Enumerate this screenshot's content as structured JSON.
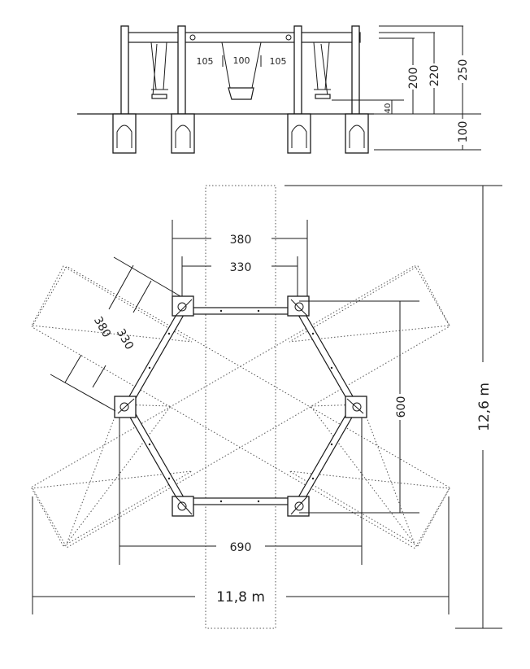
{
  "elevation": {
    "seat_spacing": [
      "105",
      "100",
      "105"
    ],
    "heights": [
      "200",
      "220",
      "250"
    ],
    "seat_clearance": "40",
    "foundation_depth": "100"
  },
  "plan": {
    "swing_zone_width_outer": "380",
    "swing_zone_width_inner": "330",
    "diag_zone_width_outer": "380",
    "diag_zone_width_inner": "330",
    "frame_span_vertical": "600",
    "frame_span_horizontal": "690",
    "total_width": "11,8 m",
    "total_height": "12,6 m"
  }
}
